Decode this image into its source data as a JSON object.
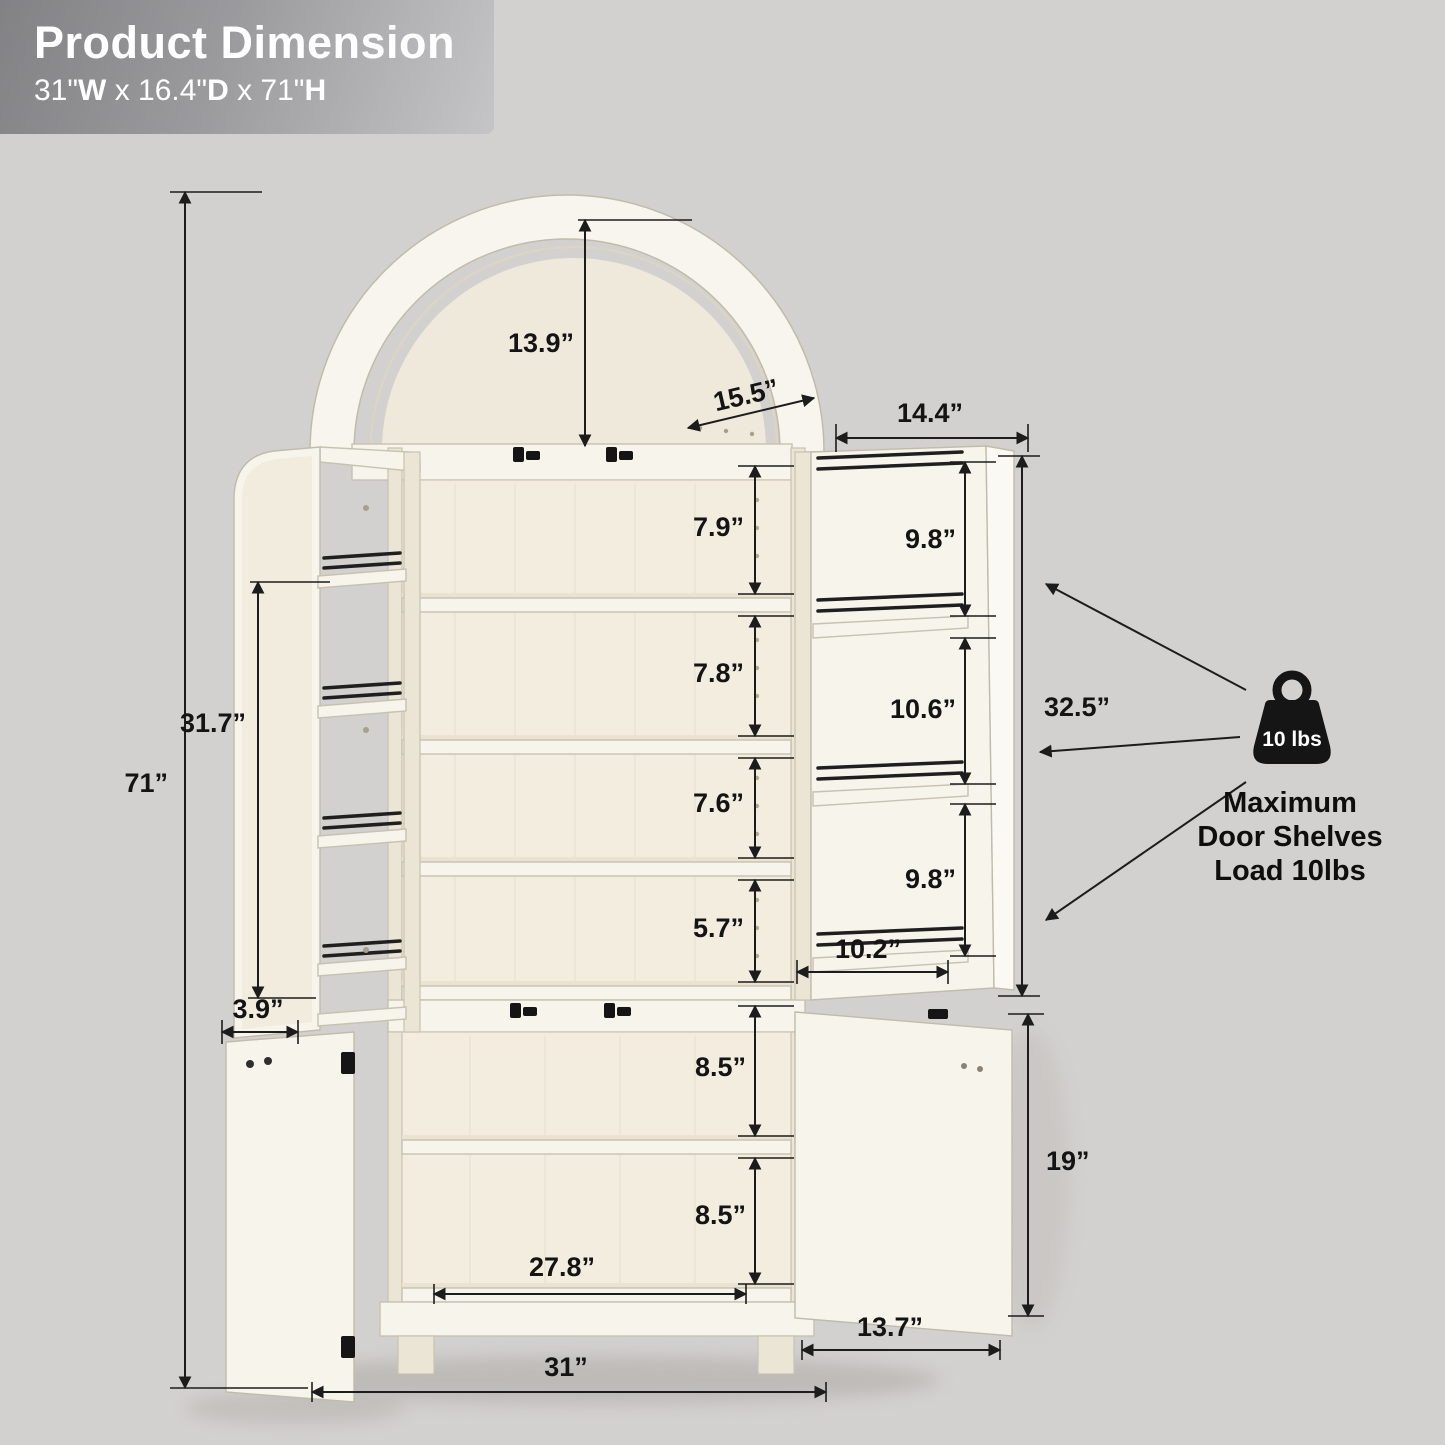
{
  "header": {
    "title": "Product Dimension",
    "subtitle_parts": [
      "31\"",
      "W",
      " x 16.4\"",
      "D",
      " x 71\"",
      "H"
    ]
  },
  "dimensions": {
    "total_height": "71”",
    "upper_left_door_height": "31.7”",
    "arch_inner_height": "13.9”",
    "arch_depth": "15.5”",
    "upper_right_door_width": "14.4”",
    "shelf_gap_1": "7.9”",
    "shelf_gap_2": "7.8”",
    "shelf_gap_3": "7.6”",
    "shelf_gap_4": "5.7”",
    "lower_gap_1": "8.5”",
    "lower_gap_2": "8.5”",
    "door_shelf_gap_top": "9.8”",
    "door_shelf_gap_middle": "10.6”",
    "door_shelf_gap_bottom": "9.8”",
    "door_shelf_width": "10.2”",
    "upper_door_height": "32.5”",
    "door_shelf_depth": "3.9”",
    "lower_section_height": "19”",
    "lower_interior_width": "27.8”",
    "lower_door_width": "13.7”",
    "total_width": "31”"
  },
  "load_note": {
    "badge": "10 lbs",
    "line1": "Maximum",
    "line2": "Door Shelves",
    "line3": "Load 10lbs"
  }
}
